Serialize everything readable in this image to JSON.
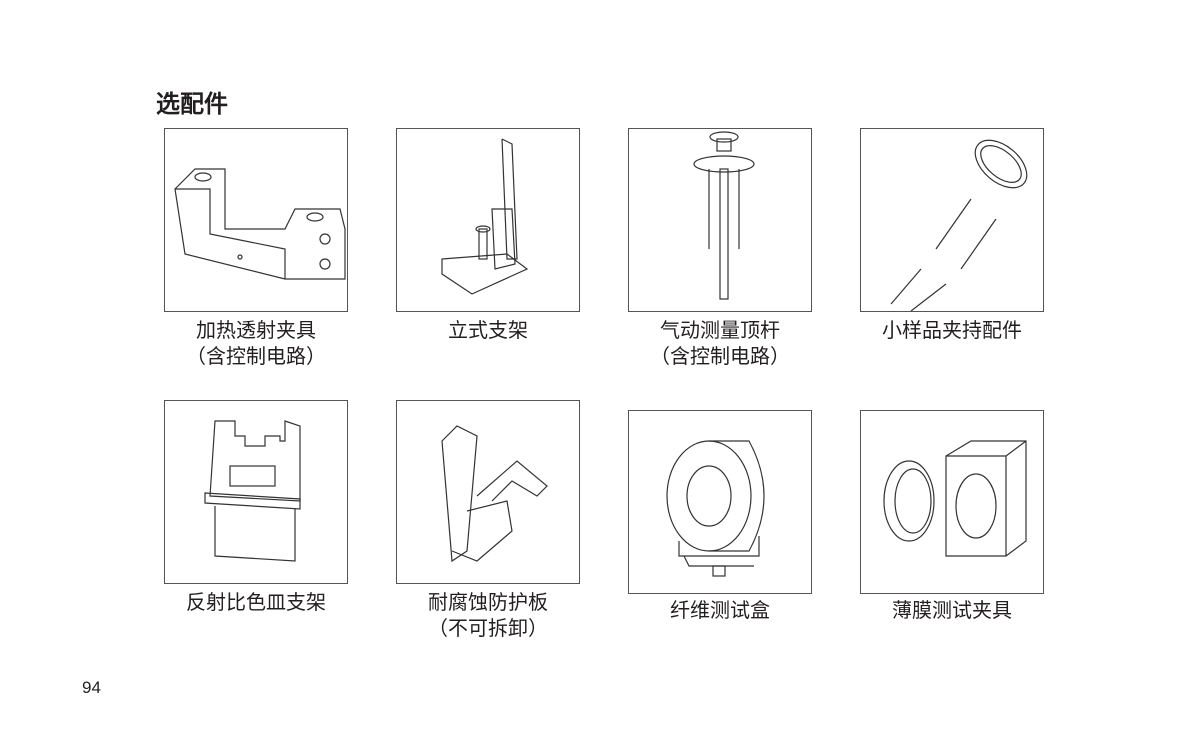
{
  "section_title": "选配件",
  "page_number": "94",
  "items": [
    {
      "line1": "加热透射夹具",
      "line2": "（含控制电路）"
    },
    {
      "line1": "立式支架",
      "line2": ""
    },
    {
      "line1": "气动测量顶杆",
      "line2": "（含控制电路）"
    },
    {
      "line1": "小样品夹持配件",
      "line2": ""
    },
    {
      "line1": "反射比色皿支架",
      "line2": ""
    },
    {
      "line1": "耐腐蚀防护板",
      "line2": "（不可拆卸）"
    },
    {
      "line1": "纤维测试盒",
      "line2": ""
    },
    {
      "line1": "薄膜测试夹具",
      "line2": ""
    }
  ]
}
